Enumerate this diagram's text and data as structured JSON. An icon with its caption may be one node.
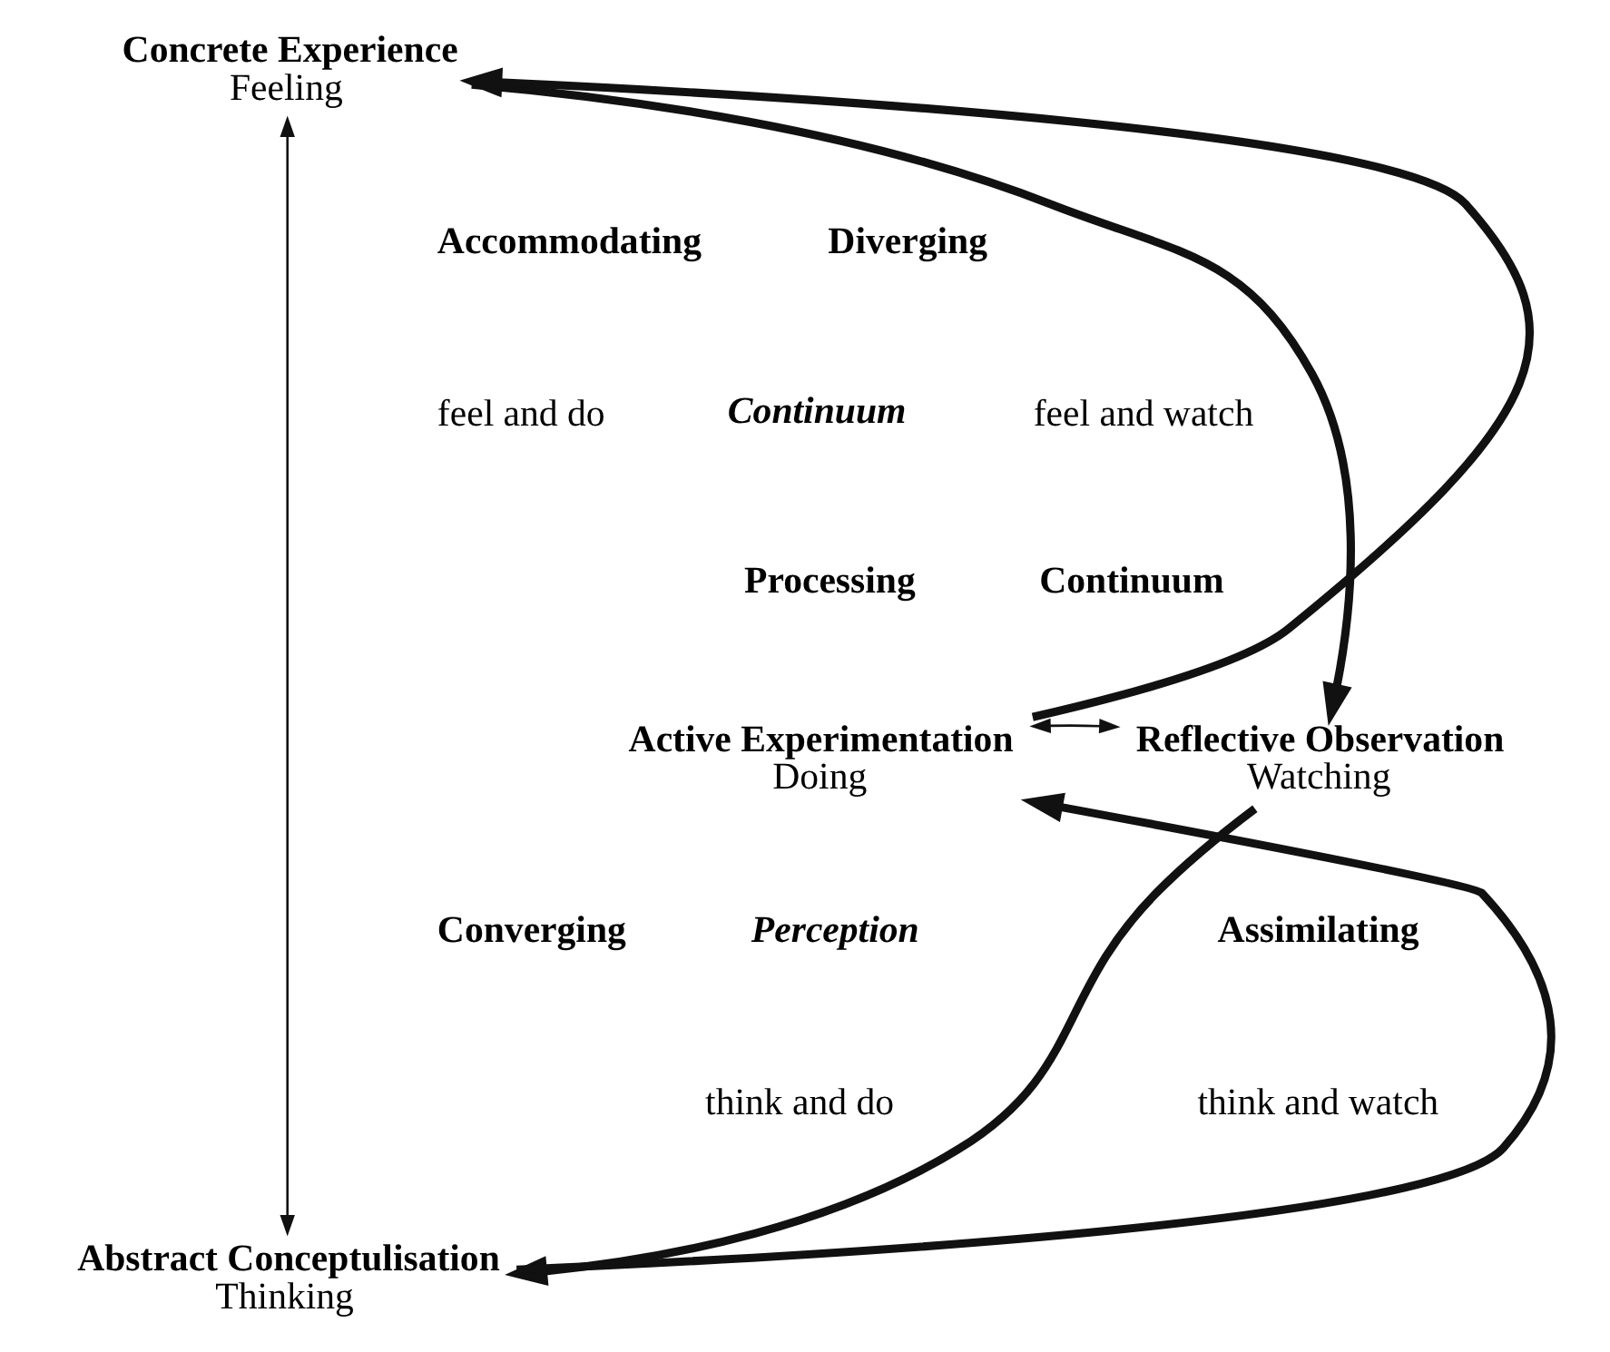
{
  "diagram": {
    "nodes": [
      {
        "text": [
          "Concrete Experience",
          "Feeling"
        ]
      },
      {
        "text": [
          "Active Experimentation",
          "Doing"
        ]
      },
      {
        "text": [
          "Reflective Observation",
          "Watching"
        ]
      },
      {
        "text": [
          "Abstract Conceptulisation",
          "Thinking"
        ]
      }
    ],
    "edges": [
      {
        "from": 0,
        "to": 2,
        "arrow": "to"
      },
      {
        "from": 2,
        "to": 3,
        "arrow": "to"
      },
      {
        "from": 3,
        "to": 1,
        "arrow": "to"
      },
      {
        "from": 1,
        "to": 0,
        "arrow": "to"
      },
      {
        "from": 0,
        "to": 3,
        "arrow": "both"
      },
      {
        "from": 1,
        "to": 2,
        "arrow": "both"
      }
    ],
    "labels": [
      "Accommodating",
      "feel and do",
      "Continuum",
      "Diverging",
      "feel and watch",
      "Processing",
      "Continuum",
      "Assimilating",
      "think and watch",
      "Converging",
      "think and do",
      "Perception"
    ]
  }
}
